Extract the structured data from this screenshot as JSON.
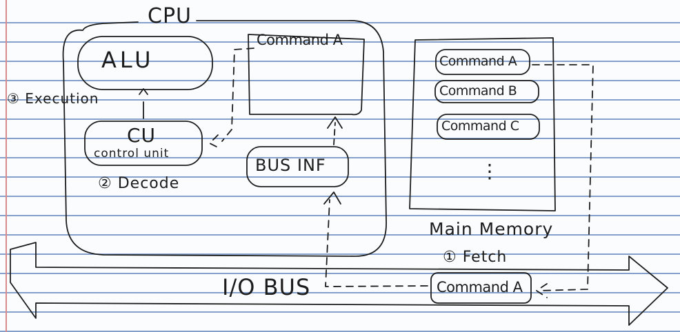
{
  "cpu": {
    "title": "CPU",
    "alu_label": "ALU",
    "cu_label": "CU",
    "cu_sublabel": "control unit",
    "register_label": "Command A",
    "bus_interface_label": "BUS INF"
  },
  "steps": {
    "execution": "③ Execution",
    "decode": "② Decode",
    "fetch": "① Fetch"
  },
  "memory": {
    "title": "Main Memory",
    "items": [
      "Command A",
      "Command B",
      "Command C"
    ],
    "ellipsis": "⋮"
  },
  "bus": {
    "label": "I/O BUS",
    "carried_command": "Command A"
  }
}
